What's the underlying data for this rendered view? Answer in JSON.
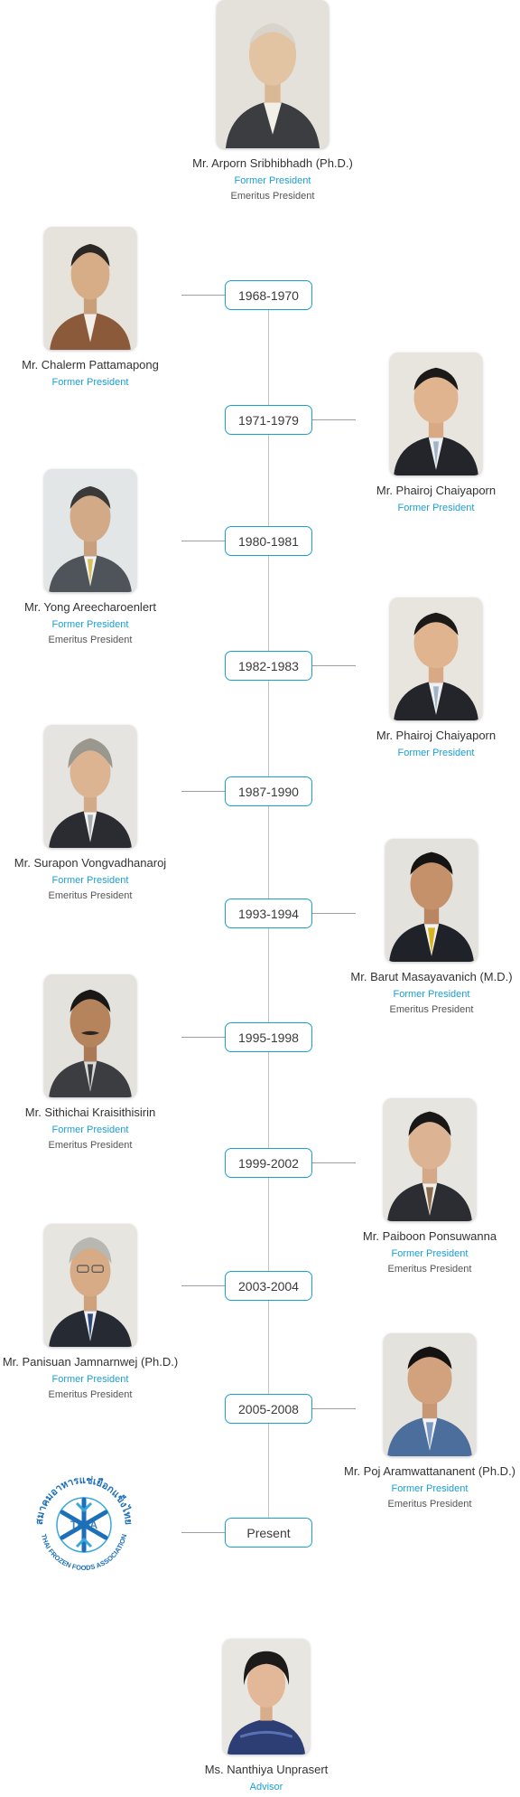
{
  "top": {
    "name": "Mr. Arporn Sribhibhadh (Ph.D.)",
    "role": "Former President",
    "role2": "Emeritus President"
  },
  "entries": [
    {
      "years": "1968-1970",
      "side": "left",
      "name": "Mr. Chalerm Pattamapong",
      "role": "Former President",
      "role2": ""
    },
    {
      "years": "1971-1979",
      "side": "right",
      "name": "Mr. Phairoj Chaiyaporn",
      "role": "Former President",
      "role2": ""
    },
    {
      "years": "1980-1981",
      "side": "left",
      "name": "Mr. Yong Areecharoenlert",
      "role": "Former President",
      "role2": "Emeritus President"
    },
    {
      "years": "1982-1983",
      "side": "right",
      "name": "Mr. Phairoj Chaiyaporn",
      "role": "Former President",
      "role2": ""
    },
    {
      "years": "1987-1990",
      "side": "left",
      "name": "Mr. Surapon Vongvadhanaroj",
      "role": "Former President",
      "role2": "Emeritus President"
    },
    {
      "years": "1993-1994",
      "side": "right",
      "name": "Mr. Barut Masayavanich (M.D.)",
      "role": "Former President",
      "role2": "Emeritus President"
    },
    {
      "years": "1995-1998",
      "side": "left",
      "name": "Mr. Sithichai Kraisithisirin",
      "role": "Former President",
      "role2": "Emeritus President"
    },
    {
      "years": "1999-2002",
      "side": "right",
      "name": "Mr. Paiboon Ponsuwanna",
      "role": "Former President",
      "role2": "Emeritus President"
    },
    {
      "years": "2003-2004",
      "side": "left",
      "name": "Mr. Panisuan Jamnarnwej (Ph.D.)",
      "role": "Former President",
      "role2": "Emeritus President"
    },
    {
      "years": "2005-2008",
      "side": "right",
      "name": "Mr. Poj Aramwattananent (Ph.D.)",
      "role": "Former President",
      "role2": "Emeritus President"
    },
    {
      "years": "Present",
      "side": "left",
      "logo": true
    }
  ],
  "logo": {
    "thai_text": "สมาคมอาหารแช่เยือกแข็งไทย",
    "en_text": "THAI FROZEN FOODS ASSOCIATION",
    "abbr": "TFFA"
  },
  "bottom": {
    "name": "Ms. Nanthiya Unprasert",
    "role": "Advisor"
  },
  "colors": {
    "accent": "#1a9fd6",
    "line": "#bfc4c8",
    "logo_blue": "#1d6fb8"
  }
}
